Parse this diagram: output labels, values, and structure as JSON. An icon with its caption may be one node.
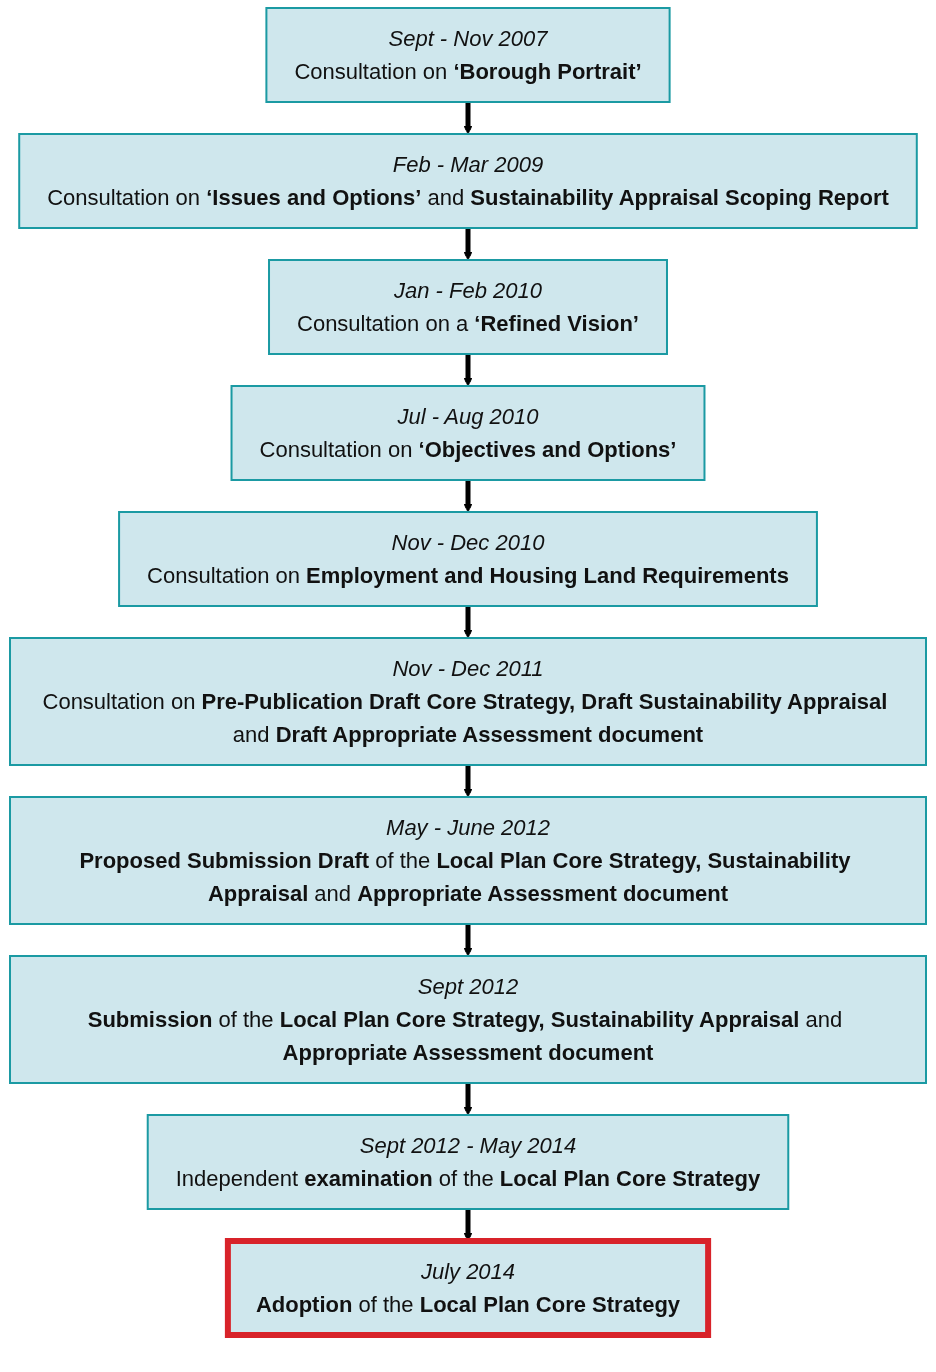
{
  "diagram": {
    "nodes": [
      {
        "text": [
          "Sept - Nov 2007",
          "Consultation on **‘Borough Portrait’**"
        ]
      },
      {
        "text": [
          "Feb - Mar 2009",
          "Consultation on **‘Issues and Options’** and **Sustainability Appraisal Scoping Report**"
        ]
      },
      {
        "text": [
          "Jan - Feb 2010",
          "Consultation on a **‘Refined Vision’**"
        ]
      },
      {
        "text": [
          "Jul - Aug 2010",
          "Consultation on **‘Objectives and Options’**"
        ]
      },
      {
        "text": [
          "Nov - Dec 2010",
          "Consultation on **Employment and Housing Land Requirements**"
        ]
      },
      {
        "text": [
          "Nov - Dec 2011",
          "Consultation on **Pre-Publication Draft Core Strategy, Draft Sustainability Appraisal** and **Draft Appropriate Assessment document**"
        ]
      },
      {
        "text": [
          "May - June 2012",
          "**Proposed Submission Draft** of the **Local Plan Core Strategy, Sustainability Appraisal** and **Appropriate Assessment document**"
        ]
      },
      {
        "text": [
          "Sept 2012",
          "**Submission** of the **Local Plan Core Strategy, Sustainability Appraisal** and **Appropriate Assessment document**"
        ]
      },
      {
        "text": [
          "Sept 2012 - May 2014",
          "Independent **examination** of the **Local Plan Core Strategy**"
        ]
      },
      {
        "text": [
          "July 2014",
          "**Adoption** of the **Local Plan Core Strategy**"
        ]
      }
    ],
    "edges": [
      {
        "from": 0,
        "to": 1,
        "arrow": "to"
      },
      {
        "from": 1,
        "to": 2,
        "arrow": "to"
      },
      {
        "from": 2,
        "to": 3,
        "arrow": "to"
      },
      {
        "from": 3,
        "to": 4,
        "arrow": "to"
      },
      {
        "from": 4,
        "to": 5,
        "arrow": "to"
      },
      {
        "from": 5,
        "to": 6,
        "arrow": "to"
      },
      {
        "from": 6,
        "to": 7,
        "arrow": "to"
      },
      {
        "from": 7,
        "to": 8,
        "arrow": "to"
      },
      {
        "from": 8,
        "to": 9,
        "arrow": "to"
      }
    ]
  }
}
